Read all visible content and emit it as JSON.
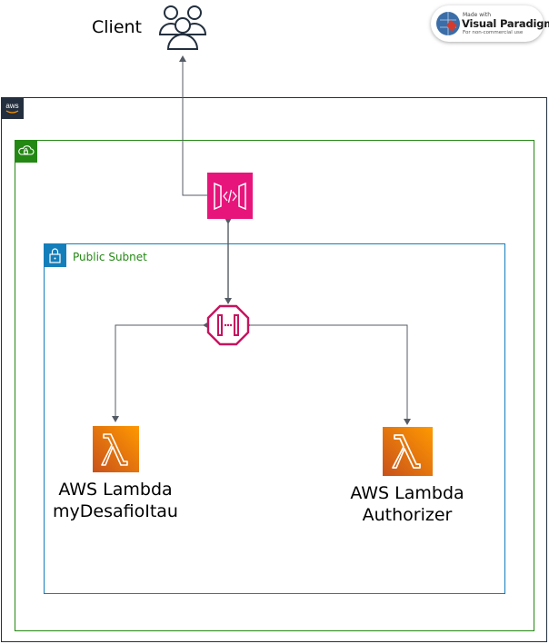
{
  "client": {
    "label": "Client"
  },
  "watermark": {
    "made_with": "Made with",
    "brand": "Visual Paradigm",
    "note": "For non-commercial use"
  },
  "groups": {
    "aws_cloud": {
      "logo_text": "aws"
    },
    "public_subnet": {
      "label": "Public Subnet"
    }
  },
  "lambdas": [
    {
      "line1": "AWS Lambda",
      "line2": "myDesafioItau"
    },
    {
      "line1": "AWS Lambda",
      "line2": "Authorizer"
    }
  ],
  "colors": {
    "aws_border": "#232f3e",
    "vpc_green": "#248814",
    "subnet_blue": "#147eba",
    "api_gateway_pink": "#e7157b",
    "lambda_orange": "#ed7100",
    "edge_gray": "#545b64"
  }
}
